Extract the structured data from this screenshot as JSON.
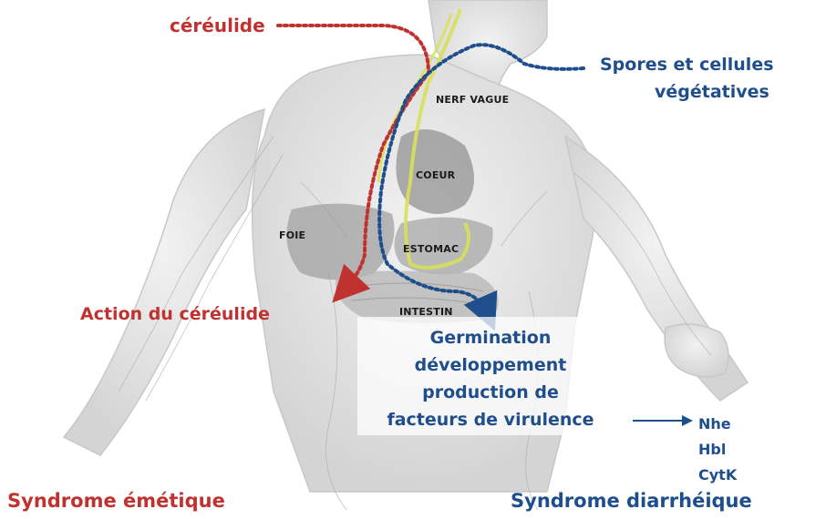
{
  "labels": {
    "cereulide_top": "céréulide",
    "spores_line1": "Spores et cellules",
    "spores_line2": "végétatives",
    "action": "Action du céréulide",
    "germination": [
      "Germination",
      "développement",
      "production de",
      "facteurs de virulence"
    ],
    "factors": [
      "Nhe",
      "Hbl",
      "CytK"
    ],
    "syndrome_emetic": "Syndrome émétique",
    "syndrome_diarrheal": "Syndrome diarrhéique"
  },
  "organs": {
    "nerf_vague": "NERF VAGUE",
    "coeur": "COEUR",
    "foie": "FOIE",
    "estomac": "ESTOMAC",
    "intestin": "INTESTIN"
  },
  "colors": {
    "emetic_red": "#c0322f",
    "diarrheal_blue": "#1f4e8c",
    "nerve_yellow": "#d9e05a"
  }
}
